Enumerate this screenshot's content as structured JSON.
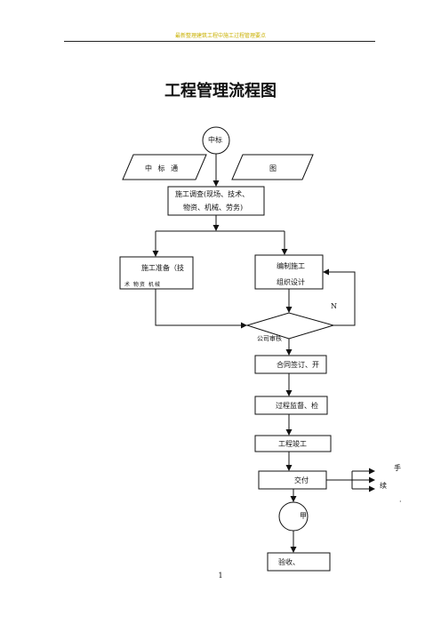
{
  "header": {
    "text": "最新整理建筑工程中施工过程管理要点"
  },
  "title": "工程管理流程图",
  "nodes": {
    "start": "中标",
    "notice": "中 标 通",
    "drawings": "图",
    "survey_line1": "施工调查(现场、技术、",
    "survey_line2": "物资、机械、劳务)",
    "prep_line1": "施工准备（技",
    "prep_line2": "术  物资  机械",
    "plan_line1": "编制施工",
    "plan_line2": "组织设计",
    "review": "公司审核",
    "review_no": "N",
    "contract": "合同签订、开",
    "supervise": "过程监督、检",
    "complete": "工程竣工",
    "deliver": "交付",
    "side_1": "手",
    "side_2": "续",
    "side_3": "·",
    "party_a": "甲",
    "accept": "验收、"
  },
  "footer": {
    "page": "1"
  }
}
